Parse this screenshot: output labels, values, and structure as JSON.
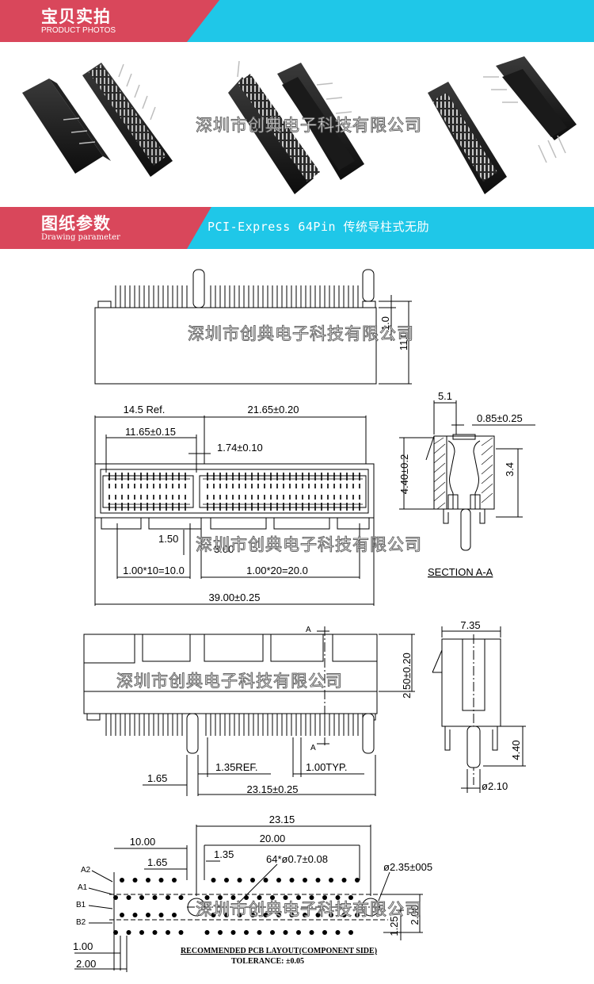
{
  "photos_section": {
    "title_cn": "宝贝实拍",
    "title_en": "PRODUCT PHOTOS"
  },
  "drawing_section": {
    "title_cn": "图纸参数",
    "title_en": "Drawing parameter",
    "description": "PCI-Express 64Pin 传统导柱式无肋"
  },
  "watermark": "深圳市创典电子科技有限公司",
  "colors": {
    "banner_red": "#d9475b",
    "banner_cyan": "#1fc7e8"
  },
  "dims": {
    "side_h1": "1.0",
    "side_h2": "11.0",
    "ref_145": "14.5 Ref.",
    "d2165": "21.65±0.20",
    "d1165": "11.65±0.15",
    "d174": "1.74±0.10",
    "d150": "1.50",
    "d300": "3.00",
    "d10x10": "1.00*10=10.0",
    "d20x1": "1.00*20=20.0",
    "d3900": "39.00±0.25",
    "d51": "5.1",
    "d085": "0.85±0.25",
    "d440a": "4.40±0.2",
    "d34": "3.4",
    "section": "SECTION A-A",
    "secA": "A",
    "d735": "7.35",
    "d250": "2.50±0.20",
    "d440b": "4.40",
    "d210": "ø2.10",
    "d165": "1.65",
    "d135ref": "1.35REF.",
    "d100typ": "1.00TYP.",
    "d2315": "23.15±0.25",
    "p2315": "23.15",
    "p1000": "10.00",
    "p2000": "20.00",
    "p165": "1.65",
    "p135": "1.35",
    "p64": "64*ø0.7±0.08",
    "p235": "ø2.35±005",
    "pA2": "A2",
    "pA1": "A1",
    "pB1": "B1",
    "pB2": "B2",
    "p200r": "2.00",
    "p125": "1.25",
    "p100": "1.00",
    "p200": "2.00",
    "pcb_title": "RECOMMENDED PCB LAYOUT(COMPONENT SIDE)",
    "tolerance": "TOLERANCE: ±0.05"
  }
}
